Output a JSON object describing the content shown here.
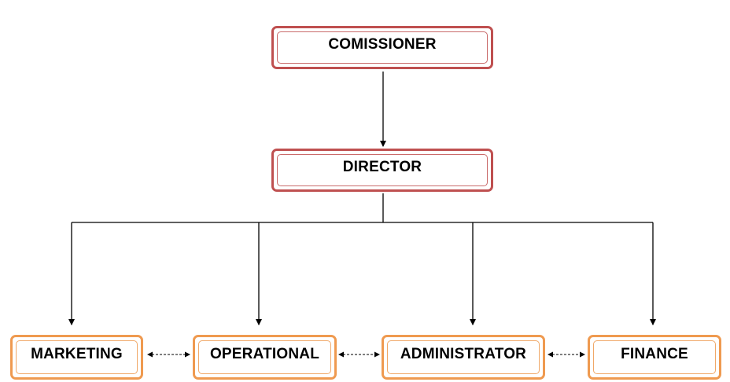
{
  "top_level": {
    "comissioner": "COMISSIONER",
    "director": "DIRECTOR"
  },
  "departments": [
    "MARKETING",
    "OPERATIONAL",
    "ADMINISTRATOR",
    "FINANCE"
  ],
  "colors": {
    "top_border": "#bf5050",
    "department_border": "#ef9a50",
    "connector": "#000000"
  }
}
